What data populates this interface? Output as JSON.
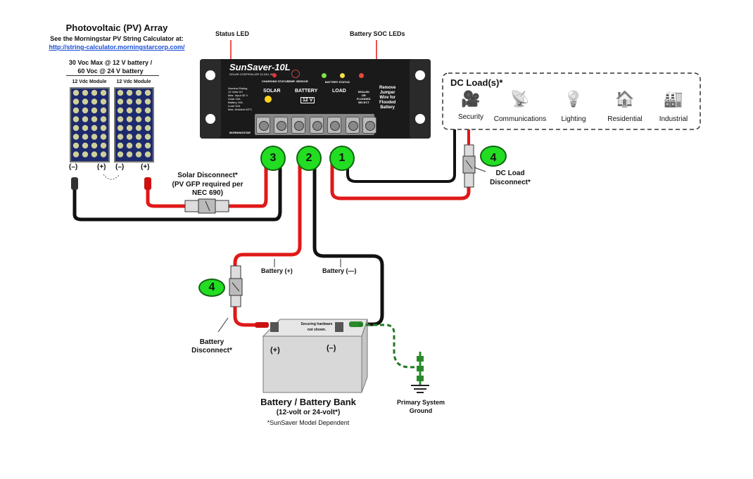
{
  "pv_array": {
    "title": "Photovoltaic (PV) Array",
    "subtitle": "See the Morningstar PV String Calculator at:",
    "link": "http://string-calculator.morningstarcorp.com/",
    "voc_line1": "30 Voc Max @ 12 V battery /",
    "voc_line2": "60 Voc @ 24 V battery",
    "module_label": "12 Vdc Module",
    "minus": "(–)",
    "plus": "(+)"
  },
  "callouts": {
    "status_led": "Status LED",
    "battery_soc_leds": "Battery SOC LEDs"
  },
  "controller": {
    "brand": "SunSaver-10L",
    "brand_sub": "SOLAR CONTROLLER 12-24V, 10A",
    "charging_status": "CHARGING STATUS",
    "temp_sensor": "TEMP. SENSOR",
    "battery_status": "BATTERY STATUS",
    "rating_text": "Nominal Rating\n12 Volts DC\nMax. Input 30 V\nSolar 10A\nBattery 10A\nLoad 10A\nMax. Ambient 60°C",
    "solar": "SOLAR",
    "battery": "BATTERY",
    "load": "LOAD",
    "battery_voltage": "12 V",
    "sealed_flooded": "SEALED\nOR\nFLOODED\nSELECT",
    "remove_jumper": "Remove\nJumper\nWire for\nFlooded\nBattery",
    "maker": "MORNINGSTAR"
  },
  "terminals": [
    "3",
    "2",
    "1"
  ],
  "dc_load": {
    "title": "DC Load(s)*",
    "items": [
      "Security",
      "Communications",
      "Lighting",
      "Residential",
      "Industrial"
    ],
    "disconnect_number": "4",
    "disconnect_label": "DC Load\nDisconnect*"
  },
  "solar_disconnect": {
    "line1": "Solar Disconnect*",
    "line2": "(PV GFP required per",
    "line3": "NEC 690)"
  },
  "battery_wires": {
    "plus_label": "Battery (+)",
    "minus_label": "Battery (—)"
  },
  "battery_disconnect": {
    "number": "4",
    "label": "Battery\nDisconnect*"
  },
  "battery": {
    "hardware_note": "Securing hardware\nnot shown.",
    "plus": "(+)",
    "minus": "(–)",
    "title": "Battery / Battery Bank",
    "voltage": "(12-volt or 24-volt*)",
    "note": "*SunSaver Model Dependent"
  },
  "ground": {
    "label": "Primary System\nGround"
  },
  "colors": {
    "wire_red": "#e01818",
    "wire_black": "#111111",
    "ground_green": "#1f7a1f",
    "terminal_green": "#22dd22",
    "controller_body": "#1a1a1a",
    "panel_blue": "#22337a"
  }
}
